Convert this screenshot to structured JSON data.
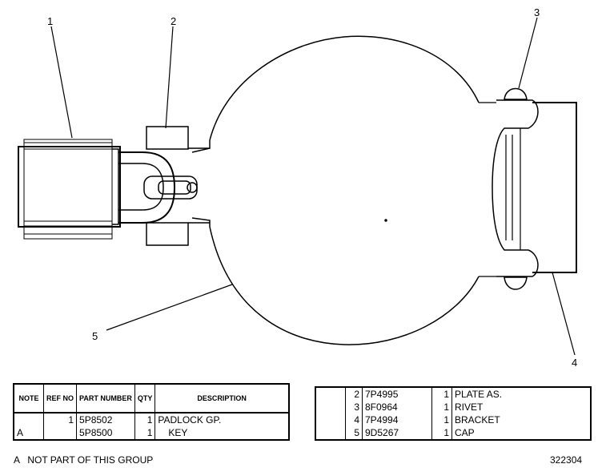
{
  "callouts": [
    "1",
    "2",
    "3",
    "4",
    "5"
  ],
  "table_left": {
    "headers": {
      "note": "NOTE",
      "ref_no": "REF NO",
      "part_number": "PART NUMBER",
      "qty": "QTY",
      "description": "DESCRIPTION"
    },
    "rows": [
      {
        "note": "",
        "ref_no": "1",
        "part_number": "5P8502",
        "qty": "1",
        "description": "PADLOCK GP."
      },
      {
        "note": "A",
        "ref_no": "",
        "part_number": "5P8500",
        "qty": "1",
        "description": "KEY"
      }
    ]
  },
  "table_right": {
    "rows": [
      {
        "ref_no": "2",
        "part_number": "7P4995",
        "qty": "1",
        "description": "PLATE AS."
      },
      {
        "ref_no": "3",
        "part_number": "8F0964",
        "qty": "1",
        "description": "RIVET"
      },
      {
        "ref_no": "4",
        "part_number": "7P4994",
        "qty": "1",
        "description": "BRACKET"
      },
      {
        "ref_no": "5",
        "part_number": "9D5267",
        "qty": "1",
        "description": "CAP"
      }
    ]
  },
  "footnote": "A   NOT PART OF THIS GROUP",
  "illustration_number": "322304"
}
